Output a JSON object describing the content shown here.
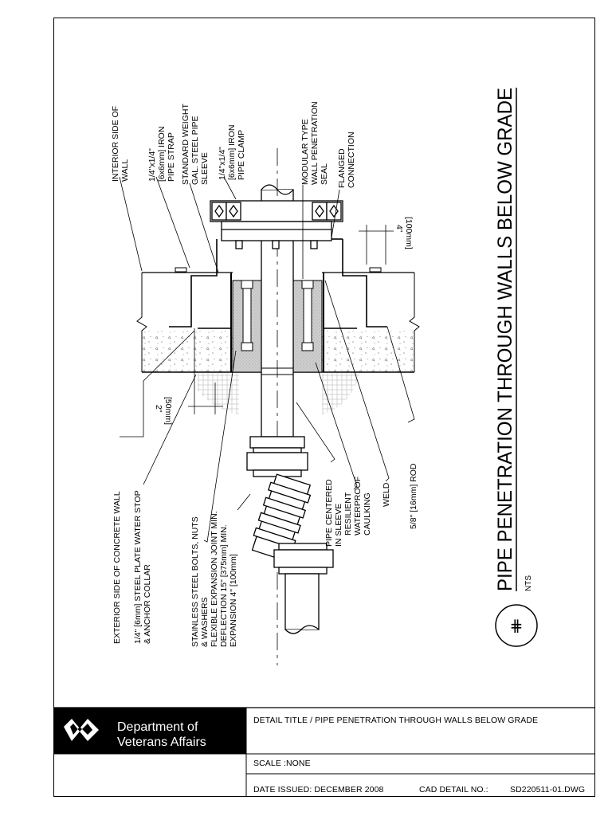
{
  "drawing": {
    "title": "PIPE PENETRATION THROUGH WALLS BELOW GRADE",
    "scale_note": "NTS",
    "symbol": "⋕",
    "labels": {
      "interior_side": [
        "INTERIOR SIDE OF",
        "WALL"
      ],
      "pipe_strap": [
        "1/4\"x1/4\"",
        "[6x6mm] IRON",
        "PIPE STRAP"
      ],
      "sleeve": [
        "STANDARD WEIGHT",
        "GAL. STEEL PIPE",
        "SLEEVE"
      ],
      "pipe_clamp": [
        "1/4\"x1/4\"",
        "[6x6mm] IRON",
        "PIPE CLAMP"
      ],
      "seal": [
        "MODULAR TYPE",
        "WALL PENETRATION",
        "SEAL"
      ],
      "flanged": [
        "FLANGED",
        "CONNECTION"
      ],
      "dim_4": [
        "4\"",
        "[100mm]"
      ],
      "dim_2": [
        "2\"",
        "[50mm]"
      ],
      "exterior_side": [
        "EXTERIOR SIDE OF CONCRETE WALL"
      ],
      "water_stop": [
        "1/4\" [6mm] STEEL PLATE WATER STOP",
        "& ANCHOR COLLAR"
      ],
      "bolts": [
        "STAINLESS STEEL BOLTS, NUTS",
        "& WASHERS"
      ],
      "expansion": [
        "FLEXIBLE EXPANSION JOINT MIN.",
        "DEFLECTION 15\" [375mm] MIN.",
        "EXPANSION 4\" [100mm]"
      ],
      "pipe_centered": [
        "PIPE CENTERED",
        "IN SLEEVE"
      ],
      "caulking": [
        "RESILIENT",
        "WATERPROOF",
        "CAULKING"
      ],
      "weld": [
        "WELD"
      ],
      "rod": [
        "5/8\" [16mm] ROD"
      ]
    }
  },
  "title_block": {
    "agency_line1": "Department of",
    "agency_line2": "Veterans Affairs",
    "detail_title": "DETAIL TITLE / PIPE PENETRATION THROUGH WALLS BELOW GRADE",
    "scale": "SCALE :NONE",
    "date_issued": "DATE ISSUED: DECEMBER 2008",
    "cad_label": "CAD DETAIL NO.:",
    "cad_number": "SD220511-01.DWG"
  }
}
